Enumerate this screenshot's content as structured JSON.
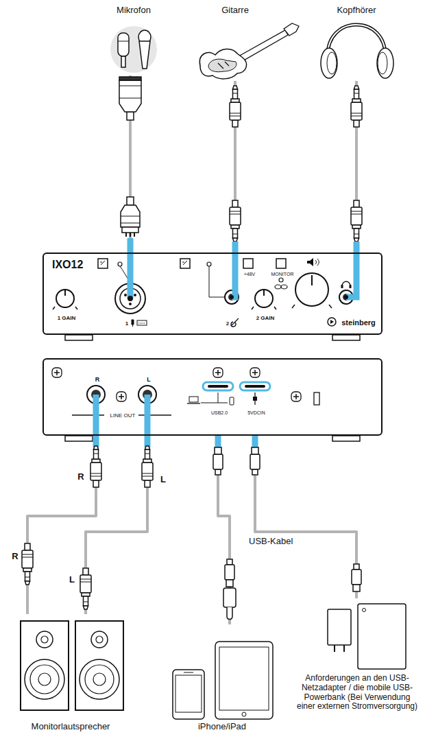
{
  "diagram": {
    "nodes": [
      {
        "text": [
          "Mikrofon"
        ]
      },
      {
        "text": [
          "Gitarre"
        ]
      },
      {
        "text": [
          "Kopfhörer"
        ]
      },
      {
        "text": [
          "IXO12",
          "1 GAIN",
          "1",
          "+48V",
          "MONITOR",
          "2",
          "2 GAIN",
          "steinberg"
        ]
      },
      {
        "text": [
          "R",
          "L",
          "LINE OUT",
          "USB2.0",
          "5VDCIN"
        ]
      },
      {
        "text": [
          "Monitorlautsprecher"
        ]
      },
      {
        "text": [
          "iPhone/iPad"
        ]
      },
      {
        "text": [
          "Anforderungen an den USB-Netzadapter / die mobile USB-Powerbank (Bei Verwendung einer externen Stromversorgung)"
        ]
      }
    ],
    "edges": [
      {
        "from": 0,
        "to": 3,
        "arrow": "none"
      },
      {
        "from": 1,
        "to": 3,
        "arrow": "none"
      },
      {
        "from": 2,
        "to": 3,
        "arrow": "none"
      },
      {
        "from": 4,
        "to": 5,
        "arrow": "none"
      },
      {
        "from": 4,
        "to": 5,
        "arrow": "none"
      },
      {
        "from": 4,
        "to": 6,
        "arrow": "none"
      },
      {
        "from": 4,
        "to": 7,
        "label": "USB-Kabel",
        "arrow": "none"
      }
    ],
    "labels": [
      "R",
      "L",
      "R",
      "L"
    ]
  }
}
